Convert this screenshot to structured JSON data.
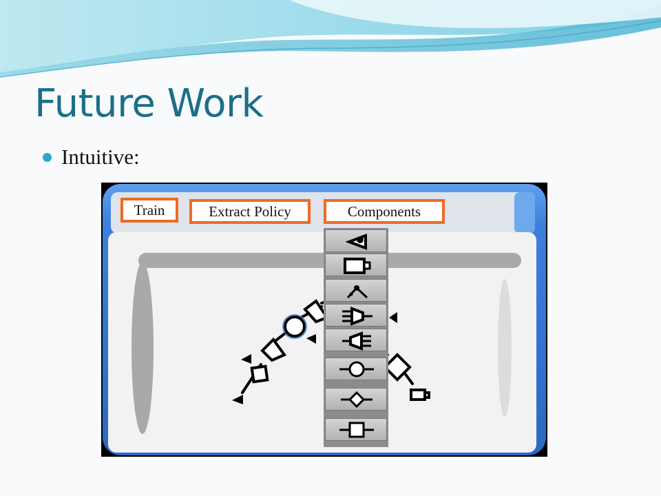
{
  "slide": {
    "title": "Future Work",
    "bullet": "Intuitive:",
    "accent_color": "#1b6f87",
    "bullet_color": "#2aa9c7"
  },
  "window": {
    "menu": {
      "train_label": "Train",
      "extract_policy_label": "Extract Policy",
      "components_label": "Components"
    },
    "menu_border_color": "#ee6a24",
    "frame_color": "#3d7fdc",
    "palette_icons": [
      "triangle-node-icon",
      "box-connector-icon",
      "branch-node-icon",
      "multi-input-gate-icon",
      "multi-output-gate-icon",
      "circle-node-icon",
      "diamond-node-icon",
      "square-node-icon"
    ],
    "canvas_icons": [
      "circle-node-icon",
      "gate-node-icon",
      "triangle-node-icon",
      "square-node-icon",
      "diamond-node-icon",
      "box-connector-icon"
    ]
  }
}
